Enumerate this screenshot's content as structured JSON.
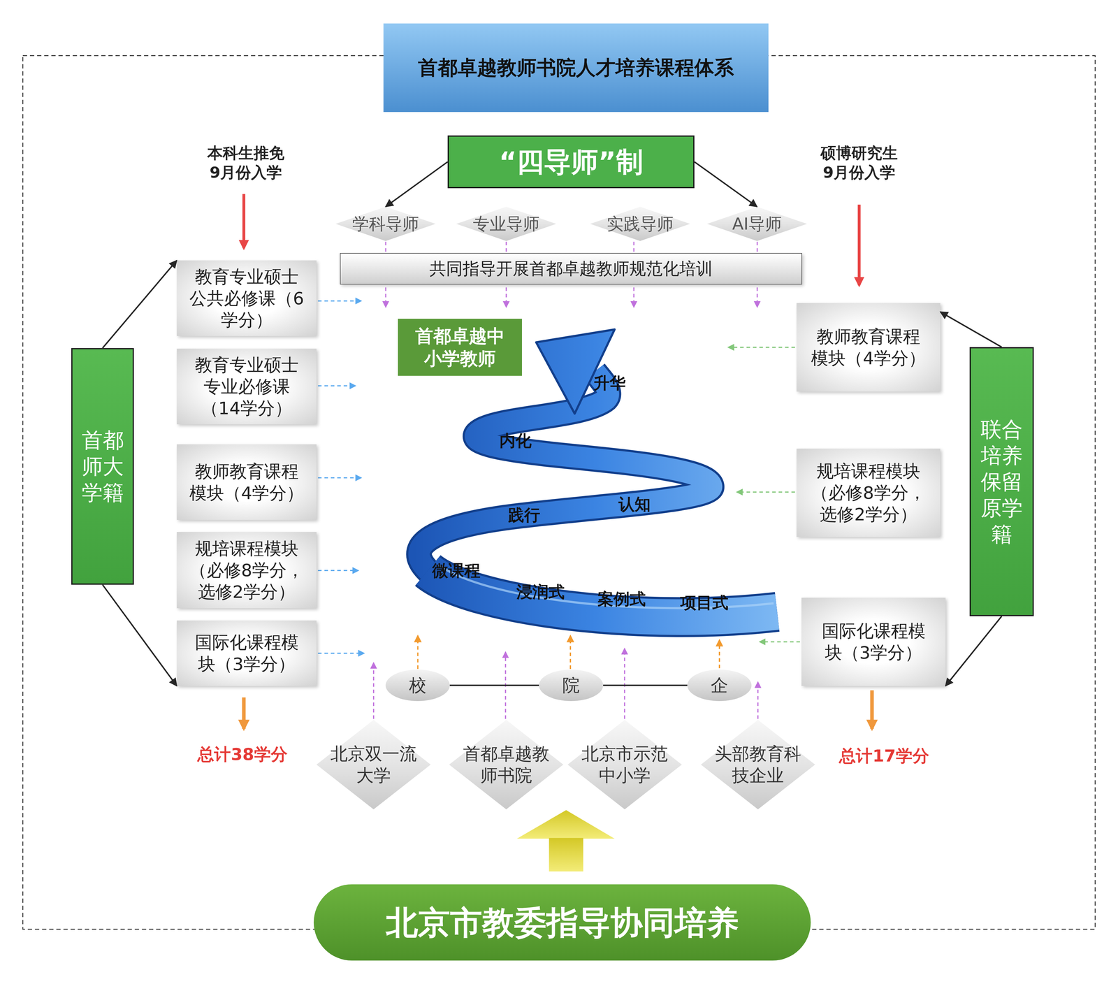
{
  "diagram": {
    "title": "首都卓越教师书院人才培养课程体系",
    "nodes": [
      {
        "text": [
          "“四导师”制"
        ]
      },
      {
        "text": [
          "学科导师"
        ]
      },
      {
        "text": [
          "专业导师"
        ]
      },
      {
        "text": [
          "实践导师"
        ]
      },
      {
        "text": [
          "AI导师"
        ]
      },
      {
        "text": [
          "共同指导开展首都卓越教师规范化培训"
        ]
      },
      {
        "text": [
          "教育专业硕士公共必修课（6学分）"
        ]
      },
      {
        "text": [
          "教育专业硕士专业必修课（14学分）"
        ]
      },
      {
        "text": [
          "教师教育课程模块（4学分）"
        ]
      },
      {
        "text": [
          "规培课程模块（必修8学分，选修2学分）"
        ]
      },
      {
        "text": [
          "国际化课程模块（3学分）"
        ]
      },
      {
        "text": [
          "首都师大学籍"
        ]
      },
      {
        "text": [
          "首都卓越中小学教师"
        ]
      },
      {
        "text": [
          "教师教育课程模块（4学分）"
        ]
      },
      {
        "text": [
          "联合培养保留原学籍"
        ]
      },
      {
        "text": [
          "规培课程模块（必修8学分，选修2学分）"
        ]
      },
      {
        "text": [
          "国际化课程模块（3学分）"
        ]
      },
      {
        "text": [
          "校"
        ]
      },
      {
        "text": [
          "院"
        ]
      },
      {
        "text": [
          "企"
        ]
      },
      {
        "text": [
          "北京双一流大学"
        ]
      },
      {
        "text": [
          "首都卓越教师书院"
        ]
      },
      {
        "text": [
          "北京市示范中小学"
        ]
      },
      {
        "text": [
          "头部教育科技企业"
        ]
      },
      {
        "text": [
          "北京市教委指导协同培养"
        ]
      }
    ],
    "edges": [
      {
        "from": 0,
        "to": 1,
        "arrow": "to"
      },
      {
        "from": 0,
        "to": 4,
        "arrow": "to"
      },
      {
        "from": 11,
        "to": 6,
        "arrow": "to"
      },
      {
        "from": 11,
        "to": 10,
        "arrow": "to"
      },
      {
        "from": 14,
        "to": 13,
        "arrow": "to"
      },
      {
        "from": 14,
        "to": 16,
        "arrow": "to"
      },
      {
        "from": 17,
        "to": 18,
        "arrow": "none"
      },
      {
        "from": 18,
        "to": 19,
        "arrow": "none"
      }
    ],
    "labels": [
      "本科生推免 9月份入学",
      "硕博研究生 9月份入学",
      "升华",
      "内化",
      "认知",
      "践行",
      "微课程",
      "浸润式",
      "案例式",
      "项目式",
      "总计38学分",
      "总计17学分"
    ]
  }
}
